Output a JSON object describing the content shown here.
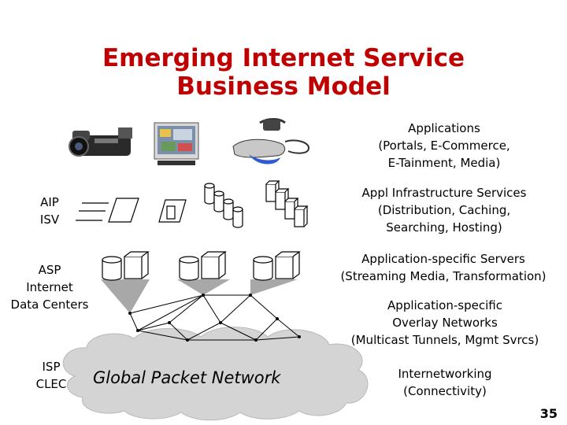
{
  "title": {
    "line1": "Emerging Internet Service",
    "line2": "Business Model"
  },
  "right_labels": {
    "applications": [
      "Applications",
      "(Portals, E-Commerce,",
      "E-Tainment, Media)"
    ],
    "infrastructure": [
      "Appl Infrastructure Services",
      "(Distribution, Caching,",
      "Searching, Hosting)"
    ],
    "servers": [
      "Application-specific Servers",
      "(Streaming Media, Transformation)"
    ],
    "overlay": [
      "Application-specific",
      "Overlay Networks",
      "(Multicast Tunnels, Mgmt Svrcs)"
    ],
    "internetworking": [
      "Internetworking",
      "(Connectivity)"
    ]
  },
  "left_labels": {
    "aip": [
      "AIP",
      "ISV"
    ],
    "asp": [
      "ASP",
      "Internet",
      "Data Centers"
    ],
    "isp": [
      "ISP",
      "CLEC"
    ]
  },
  "network_label": "Global Packet Network",
  "page_number": "35",
  "icons": [
    "camcorder-icon",
    "monitor-icon",
    "vr-headset-icon"
  ],
  "colors": {
    "title": "#c00000",
    "cloud": "#d4d4d4",
    "funnel": "#a8a8a8"
  }
}
